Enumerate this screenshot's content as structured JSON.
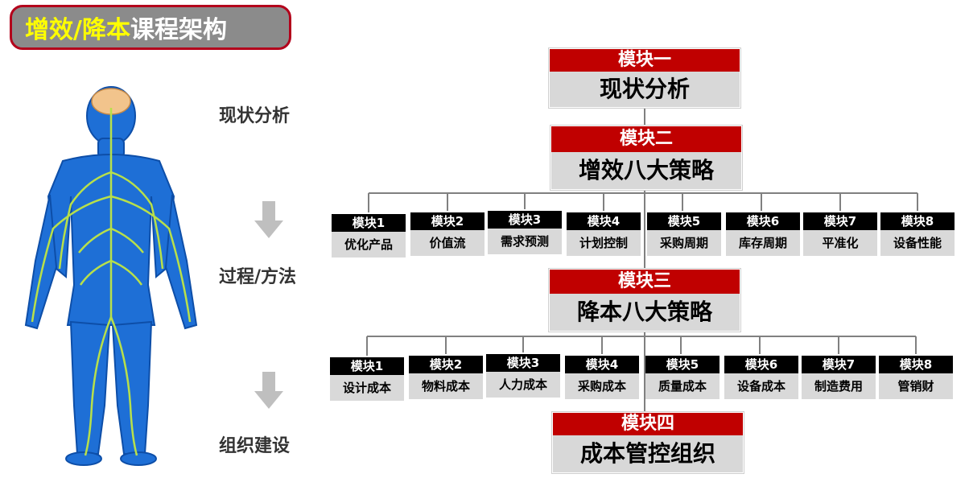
{
  "title": {
    "part1": "增效/降本",
    "part2": "课程架构"
  },
  "side_labels": [
    "现状分析",
    "过程/方法",
    "组织建设"
  ],
  "modules": [
    {
      "id": "m1",
      "header": "模块一",
      "body": "现状分析"
    },
    {
      "id": "m2",
      "header": "模块二",
      "body": "增效八大策略"
    },
    {
      "id": "m3",
      "header": "模块三",
      "body": "降本八大策略"
    },
    {
      "id": "m4",
      "header": "模块四",
      "body": "成本管控组织"
    }
  ],
  "efficiency_items": [
    {
      "header": "模块1",
      "label": "优化产品"
    },
    {
      "header": "模块2",
      "label": "价值流"
    },
    {
      "header": "模块3",
      "label": "需求预测"
    },
    {
      "header": "模块4",
      "label": "计划控制"
    },
    {
      "header": "模块5",
      "label": "采购周期"
    },
    {
      "header": "模块6",
      "label": "库存周期"
    },
    {
      "header": "模块7",
      "label": "平准化"
    },
    {
      "header": "模块8",
      "label": "设备性能"
    }
  ],
  "cost_items": [
    {
      "header": "模块1",
      "label": "设计成本"
    },
    {
      "header": "模块2",
      "label": "物料成本"
    },
    {
      "header": "模块3",
      "label": "人力成本"
    },
    {
      "header": "模块4",
      "label": "采购成本"
    },
    {
      "header": "模块5",
      "label": "质量成本"
    },
    {
      "header": "模块6",
      "label": "设备成本"
    },
    {
      "header": "模块7",
      "label": "制造费用"
    },
    {
      "header": "模块8",
      "label": "管销财"
    }
  ],
  "colors": {
    "accent": "#c00000",
    "title_bg": "#8b8b8b",
    "highlight": "#ffff00",
    "figure": "#1e6fd6",
    "nerve": "#b8e04a"
  }
}
